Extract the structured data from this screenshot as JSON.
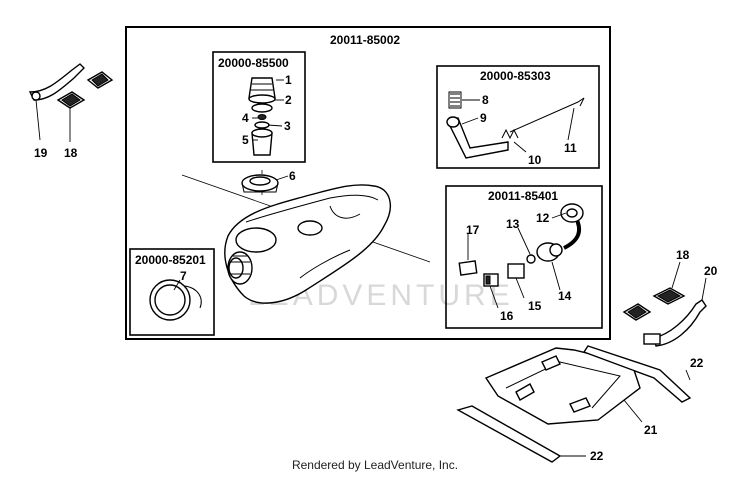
{
  "assemblies": [
    {
      "id": "main",
      "code": "20011-85002"
    },
    {
      "id": "cap",
      "code": "20000-85500"
    },
    {
      "id": "lever",
      "code": "20000-85303"
    },
    {
      "id": "filter",
      "code": "20011-85401"
    },
    {
      "id": "gascap",
      "code": "20000-85201"
    }
  ],
  "part_numbers": [
    "1",
    "2",
    "3",
    "4",
    "5",
    "6",
    "7",
    "8",
    "9",
    "10",
    "11",
    "12",
    "13",
    "14",
    "15",
    "16",
    "17",
    "18",
    "18",
    "19",
    "20",
    "21",
    "22",
    "22"
  ],
  "watermark": "LEADVENTURE",
  "footer": "Rendered by LeadVenture, Inc."
}
